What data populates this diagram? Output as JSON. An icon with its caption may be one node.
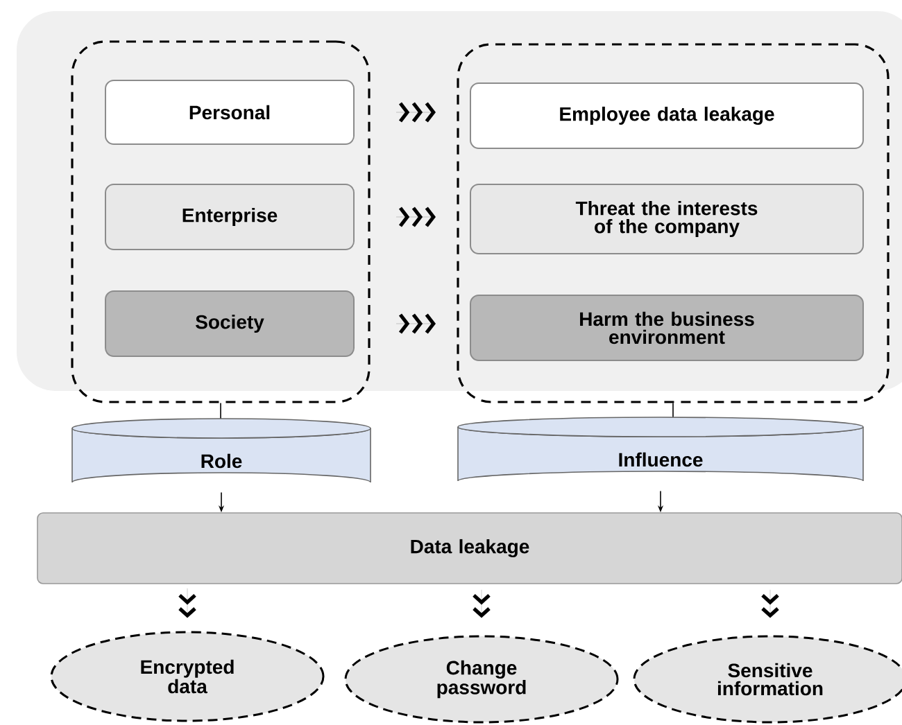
{
  "diagram": {
    "nodes": [
      {
        "text": [],
        "shape": "box"
      },
      {
        "text": [],
        "shape": "box"
      },
      {
        "text": [
          "Personal"
        ],
        "in": 0
      },
      {
        "text": [
          "Enterprise"
        ],
        "in": 0
      },
      {
        "text": [
          "Society"
        ],
        "in": 0
      },
      {
        "text": [
          "Employee data leakage"
        ],
        "in": 1
      },
      {
        "text": [
          "Threat the interests of the company"
        ],
        "in": 1
      },
      {
        "text": [
          "Harm the business environment"
        ],
        "in": 1
      },
      {
        "text": [
          "Role"
        ]
      },
      {
        "text": [
          "Influence"
        ]
      },
      {
        "text": [
          "Data leakage"
        ]
      },
      {
        "text": [
          "Encrypted data"
        ]
      },
      {
        "text": [
          "Change password"
        ]
      },
      {
        "text": [
          "Sensitive information"
        ]
      }
    ],
    "edges": [
      {
        "from": 2,
        "to": 5,
        "arrow": "to"
      },
      {
        "from": 3,
        "to": 6,
        "arrow": "to"
      },
      {
        "from": 4,
        "to": 7,
        "arrow": "to"
      },
      {
        "from": 0,
        "to": 8,
        "arrow": "none"
      },
      {
        "from": 1,
        "to": 9,
        "arrow": "none"
      },
      {
        "from": 8,
        "to": 10,
        "arrow": "to"
      },
      {
        "from": 9,
        "to": 10,
        "arrow": "to"
      },
      {
        "from": 10,
        "to": 11,
        "arrow": "to"
      },
      {
        "from": 10,
        "to": 12,
        "arrow": "to"
      },
      {
        "from": 10,
        "to": 13,
        "arrow": "to"
      }
    ]
  }
}
